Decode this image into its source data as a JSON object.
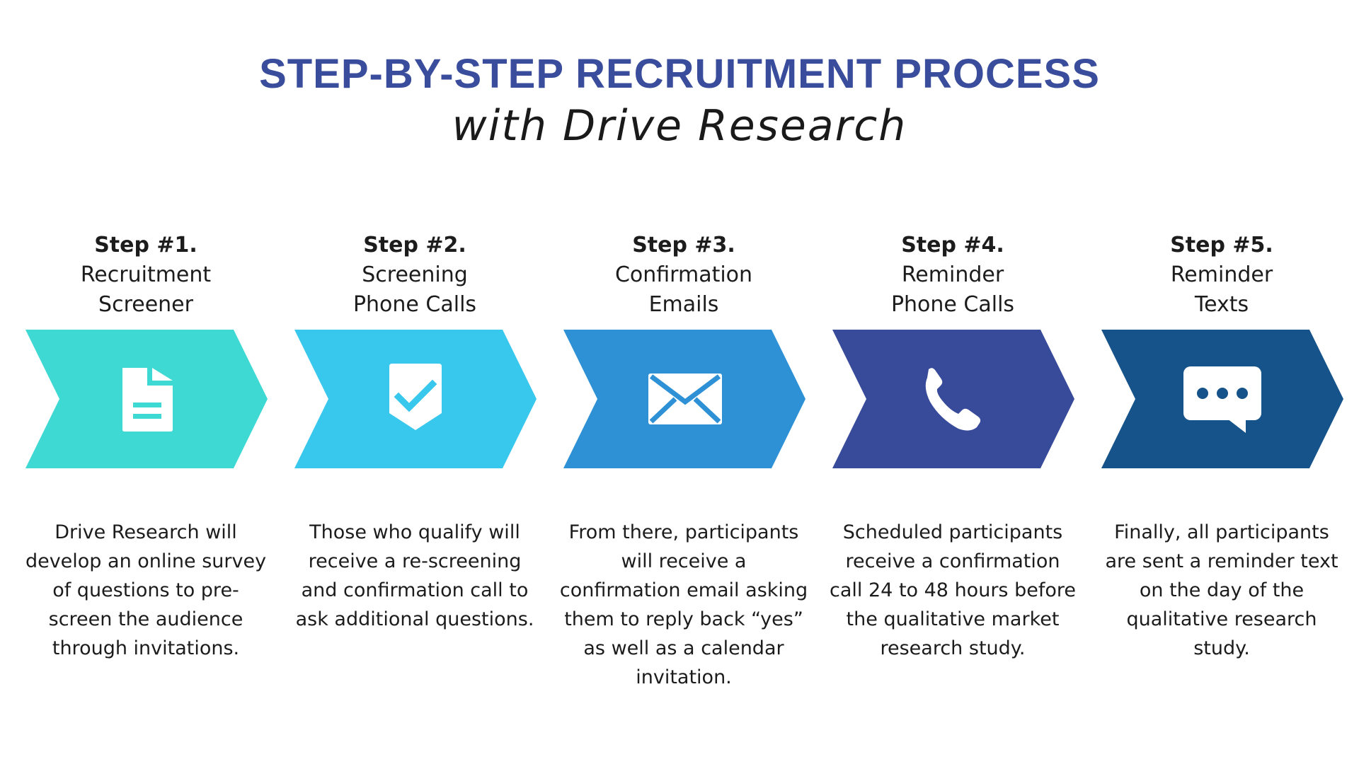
{
  "header": {
    "title": "STEP-BY-STEP RECRUITMENT PROCESS",
    "subtitle": "with Drive Research"
  },
  "steps": [
    {
      "number": "Step #1.",
      "name_line1": "Recruitment",
      "name_line2": "Screener",
      "icon": "document-icon",
      "color": "#3fd9d4",
      "description": "Drive Research will develop an online survey of questions to pre-screen the audience through invitations."
    },
    {
      "number": "Step #2.",
      "name_line1": "Screening",
      "name_line2": "Phone Calls",
      "icon": "checkmark-shield-icon",
      "color": "#38c7ed",
      "description": "Those who qualify will receive a re-screening and confirmation call to ask additional questions."
    },
    {
      "number": "Step #3.",
      "name_line1": "Confirmation",
      "name_line2": "Emails",
      "icon": "envelope-icon",
      "color": "#2e91d6",
      "description": "From there, participants will receive a confirmation email asking them to reply back “yes” as well as a calendar invitation."
    },
    {
      "number": "Step #4.",
      "name_line1": "Reminder",
      "name_line2": "Phone Calls",
      "icon": "phone-icon",
      "color": "#384a9a",
      "description": "Scheduled participants receive a confirmation call 24 to 48 hours before the qualitative market research study."
    },
    {
      "number": "Step #5.",
      "name_line1": "Reminder",
      "name_line2": "Texts",
      "icon": "chat-bubble-icon",
      "color": "#16538a",
      "description": "Finally, all participants are sent a reminder text on the day of the qualitative research study."
    }
  ]
}
